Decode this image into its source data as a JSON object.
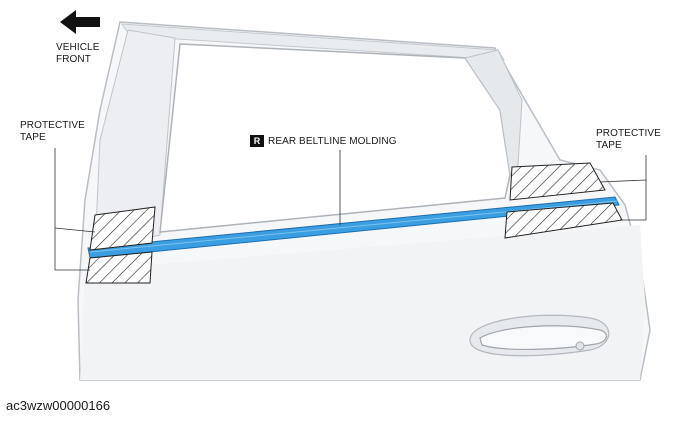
{
  "labels": {
    "vehicle_front": "VEHICLE\nFRONT",
    "protective_tape_left": "PROTECTIVE\nTAPE",
    "protective_tape_right": "PROTECTIVE\nTAPE",
    "part_badge": "R",
    "part_name": "REAR BELTLINE MOLDING"
  },
  "caption": "ac3wzw00000166",
  "colors": {
    "molding": "#3a9ee0",
    "molding_dark": "#1b6fb0",
    "door_outline": "#b9bec4",
    "hatch": "#222222"
  },
  "icons": {
    "front_arrow": "arrow-left-icon"
  }
}
